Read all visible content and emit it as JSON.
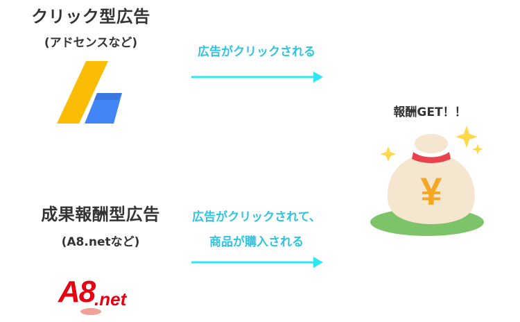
{
  "colors": {
    "text": "#333333",
    "accent": "#2ec4e0",
    "arrow": "#2ee6f0",
    "adsense_yellow": "#fbbc04",
    "adsense_blue": "#4285f4",
    "a8_red": "#e60012",
    "bag": "#f4e6cf",
    "bag_tie": "#e8424c",
    "yen": "#f5a623",
    "grass": "#7cc36a",
    "sparkle": "#ffd84a"
  },
  "click_ads": {
    "title": "クリック型広告",
    "example": "(アドセンスなど)",
    "logo_icon": "google-adsense-logo"
  },
  "affiliate_ads": {
    "title": "成果報酬型広告",
    "example": "(A8.netなど)",
    "logo_text_main": "A8",
    "logo_text_suffix": ".net"
  },
  "flow_notes": {
    "top": "広告がクリックされる",
    "bottom_line1": "広告がクリックされて、",
    "bottom_line2": "商品が購入される"
  },
  "result": {
    "label": "報酬GET！！",
    "icon": "money-bag-yen-icon",
    "currency_symbol": "¥"
  }
}
